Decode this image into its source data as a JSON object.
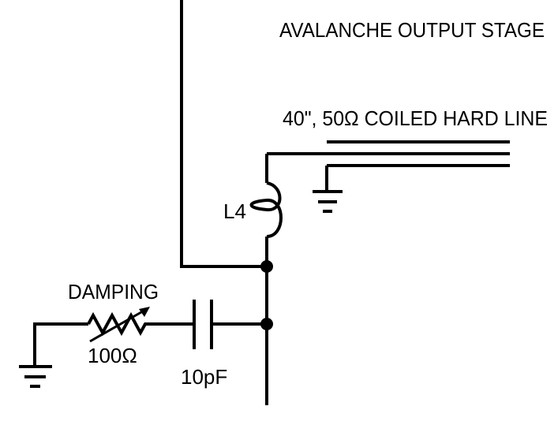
{
  "labels": {
    "stage_title": "AVALANCHE OUTPUT STAGE",
    "hard_line": "40\", 50Ω COILED HARD LINE",
    "inductor": "L4",
    "damping": "DAMPING",
    "resistor_value": "100Ω",
    "capacitor_value": "10pF"
  },
  "colors": {
    "ink": "#000000",
    "background": "#ffffff"
  }
}
